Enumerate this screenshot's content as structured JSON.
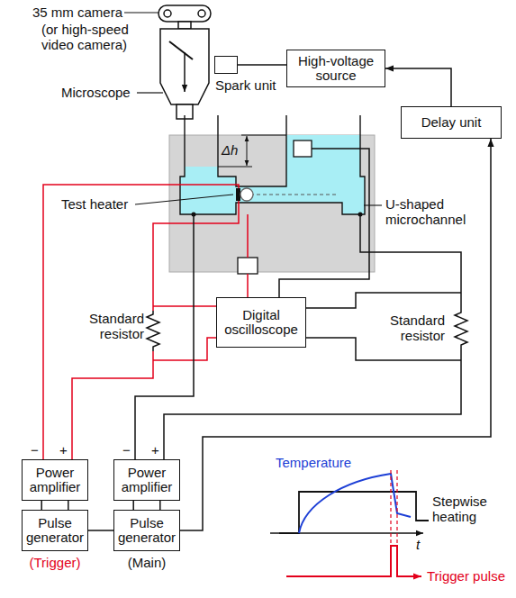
{
  "diagram": {
    "nodes": [
      {
        "text": [
          "Spark unit"
        ]
      },
      {
        "text": [
          "High-voltage source"
        ]
      },
      {
        "text": [
          "Delay unit"
        ]
      },
      {
        "text": [
          "Digital oscilloscope"
        ]
      },
      {
        "text": [
          "Power amplifier"
        ]
      },
      {
        "text": [
          "Power amplifier"
        ]
      },
      {
        "text": [
          "Pulse generator",
          "(Trigger)"
        ]
      },
      {
        "text": [
          "Pulse generator",
          "(Main)"
        ]
      }
    ],
    "edges": [
      {
        "from": 1,
        "to": 0,
        "arrow": "none"
      },
      {
        "from": 2,
        "to": 1,
        "arrow": "to"
      },
      {
        "from": 7,
        "to": 2,
        "arrow": "to"
      },
      {
        "from": 6,
        "to": 7,
        "arrow": "none"
      },
      {
        "from": 6,
        "to": 4,
        "arrow": "none"
      },
      {
        "from": 7,
        "to": 5,
        "arrow": "none"
      }
    ],
    "labels": [
      "35 mm camera",
      "(or high-speed video camera)",
      "Microscope",
      "Δh",
      "Test heater",
      "U-shaped microchannel",
      "Standard resistor",
      "Standard resistor",
      "−",
      "+",
      "−",
      "+",
      "Temperature",
      "Stepwise heating",
      "t",
      "Trigger pulse"
    ]
  }
}
